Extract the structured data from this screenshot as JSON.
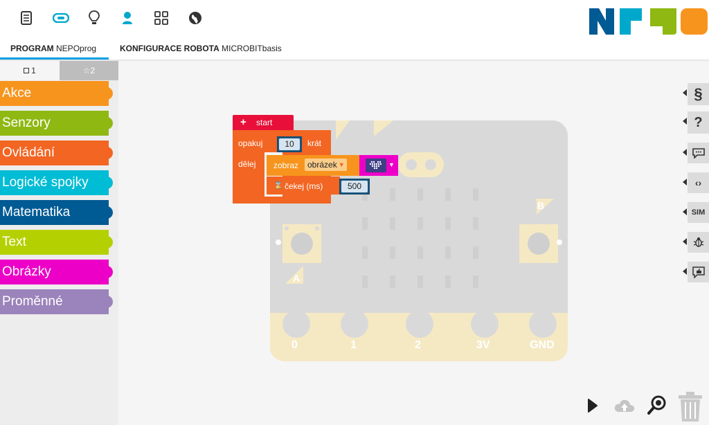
{
  "topbar": {
    "icons": [
      "document-icon",
      "robot-icon",
      "lightbulb-icon",
      "user-icon",
      "gallery-icon",
      "globe-icon"
    ]
  },
  "logo": {
    "colors": [
      "#005a94",
      "#00a8cc",
      "#8fb812",
      "#f7941d"
    ]
  },
  "tabs": {
    "program_label": "PROGRAM",
    "program_name": "NEPOprog",
    "config_label": "KONFIGURACE ROBOTA",
    "config_name": "MICROBITbasis"
  },
  "sidebar": {
    "levels": [
      {
        "icon": "square-icon",
        "label": "1"
      },
      {
        "icon": "star-icon",
        "label": "2"
      }
    ],
    "categories": [
      {
        "label": "Akce",
        "color": "#f7941d"
      },
      {
        "label": "Senzory",
        "color": "#8fb812"
      },
      {
        "label": "Ovládání",
        "color": "#f26522"
      },
      {
        "label": "Logické spojky",
        "color": "#00bcd4"
      },
      {
        "label": "Matematika",
        "color": "#005a94"
      },
      {
        "label": "Text",
        "color": "#b5d000"
      },
      {
        "label": "Obrázky",
        "color": "#ec00c8"
      },
      {
        "label": "Proměnné",
        "color": "#9b83bb"
      }
    ]
  },
  "blocks": {
    "start": "start",
    "repeat": "opakuj",
    "repeat_count": "10",
    "times": "krát",
    "do": "dělej",
    "show": "zobraz",
    "show_option": "obrázek",
    "wait": "čekej (ms)",
    "wait_value": "500"
  },
  "board": {
    "btn_a": "A",
    "btn_b": "B",
    "pins": [
      "0",
      "1",
      "2",
      "3V",
      "GND"
    ]
  },
  "right_tools": [
    {
      "icon": "code-s-icon",
      "label": ""
    },
    {
      "icon": "help-icon",
      "label": ""
    },
    {
      "icon": "comment-icon",
      "label": ""
    },
    {
      "icon": "source-code-icon",
      "label": ""
    },
    {
      "icon": "sim-icon",
      "label": "SIM"
    },
    {
      "icon": "bug-icon",
      "label": ""
    },
    {
      "icon": "thumbs-up-icon",
      "label": ""
    }
  ],
  "bottom_tools": [
    "run-icon",
    "cloud-upload-icon",
    "zoom-icon",
    "trash-icon"
  ]
}
